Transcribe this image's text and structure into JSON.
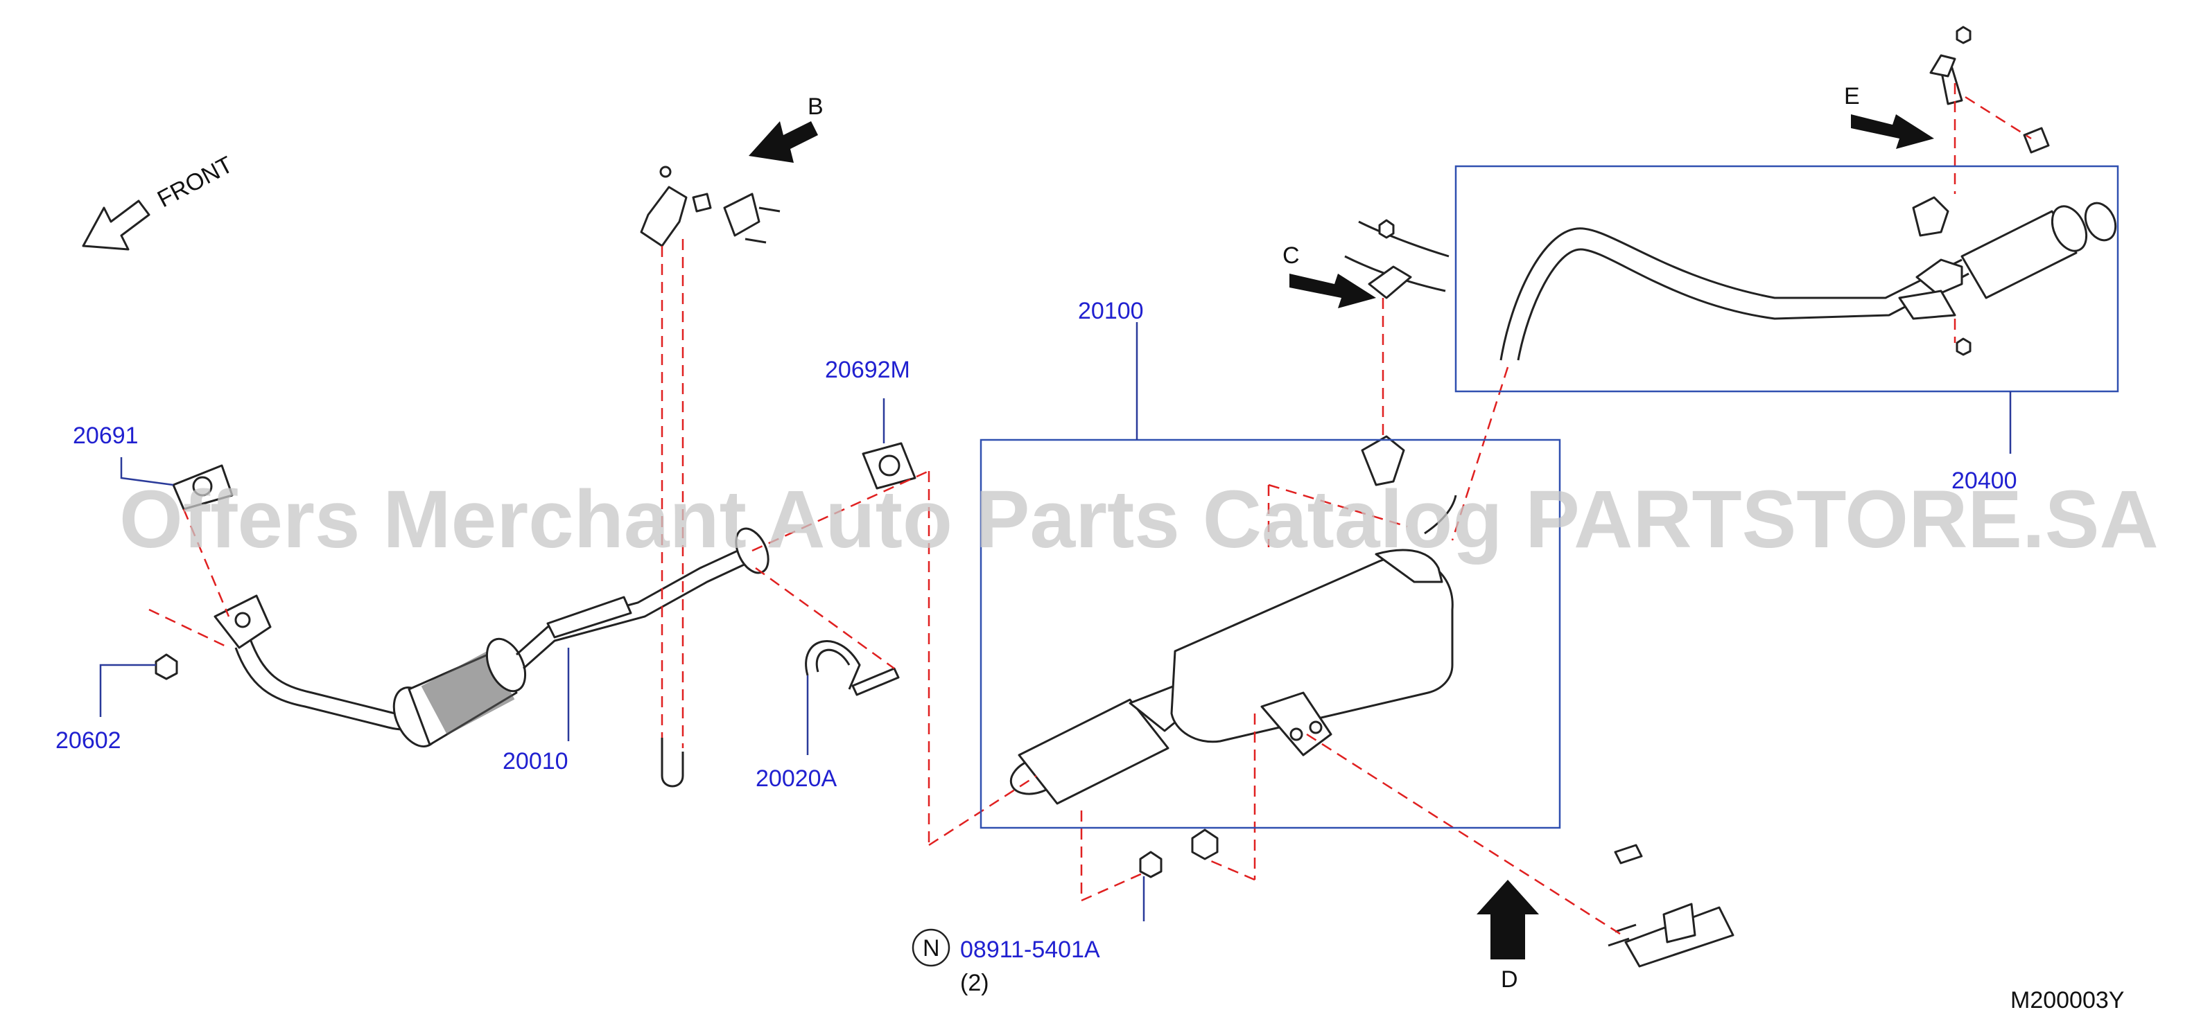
{
  "watermark": "Offers Merchant Auto Parts Catalog PARTSTORE.SA",
  "direction_label": "FRONT",
  "part_labels": {
    "p20691": "20691",
    "p20602": "20602",
    "p20010": "20010",
    "p20692M": "20692M",
    "p20020A": "20020A",
    "p20100": "20100",
    "p20400": "20400",
    "p08911": "08911-5401A",
    "p08911_qty": "(2)",
    "n_symbol": "N"
  },
  "view_labels": {
    "b": "B",
    "c": "C",
    "d": "D",
    "e": "E"
  },
  "diagram_code": "M200003Y",
  "colors": {
    "label_blue": "#2020d0",
    "dashed_red": "#e02020",
    "frame_blue": "#3050b0"
  }
}
